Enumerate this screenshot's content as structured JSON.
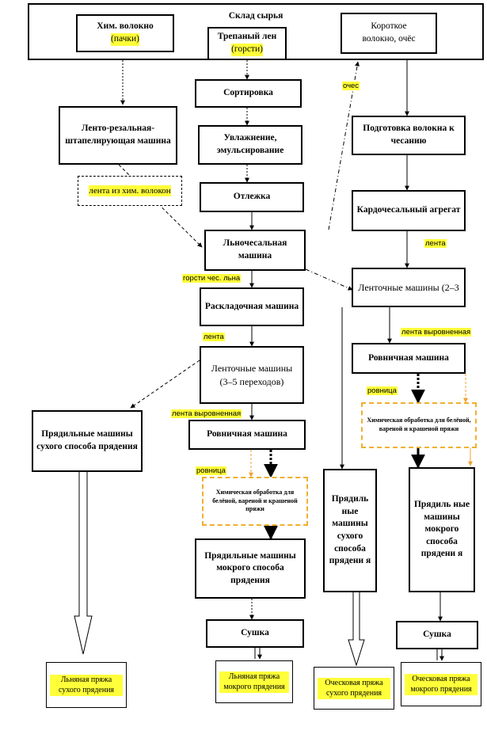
{
  "diagram": {
    "store": {
      "title": "Склад сырья",
      "chem_fiber": {
        "line1": "Хим. волокно",
        "line2": "(пачки)"
      },
      "flax": {
        "line1": "Трепаный лен",
        "line2": "(горсти)"
      },
      "short_fiber": {
        "line1": "Короткое",
        "line2": "волокно, очёс"
      }
    },
    "nodes": {
      "sorting": "Сортировка",
      "cutting_machine": "Ленто-резальная-штапелирующая машина",
      "humidification": "Увлажнение, эмульсирование",
      "lying": "Отлежка",
      "flax_comber": "Льночесальная машина",
      "spreader": "Раскладочная машина",
      "drawing_left": "Ленточные машины (3–5 переходов)",
      "roving_left": "Ровничная машина",
      "chem_left": "Химическая обработка для белёной, вареной и крашеной пряжи",
      "wet_spinning_center": "Прядильные машины мокрого способа прядения",
      "dry_spinning_left": "Прядильные машины сухого способа прядения",
      "drying_center": "Сушка",
      "prep_combing": "Подготовка волокна к чесанию",
      "carding": "Кардочесальный агрегат",
      "drawing_right": "Ленточные машины (2–3",
      "roving_right": "Ровничная машина",
      "chem_right": "Химическая обработка для белёной, вареной и крашеной пряжи",
      "dry_spinning_right": "Прядиль ные машины сухого способа прядени я",
      "wet_spinning_right": "Прядиль ные машины мокрого способа прядени я",
      "drying_right": "Сушка"
    },
    "outputs": {
      "flax_dry": "Льняная пряжа сухого прядения",
      "flax_wet": "Льняная пряжа мокрого прядения",
      "tow_dry": "Оческовая пряжа сухого прядения",
      "tow_wet": "Оческовая пряжа мокрого прядения"
    },
    "labels": {
      "ochos": "очес",
      "chem_tape": "лента из хим. волокон",
      "flax_slivers": "горсти чес. льна",
      "tape_left": "лента",
      "tape_leveled_left": "лента выровненная",
      "roving_left": "ровница",
      "tape_right": "лента",
      "tape_leveled_right": "лента выровненная",
      "roving_right": "ровница"
    },
    "colors": {
      "highlight": "#ffff3a",
      "chem_border": "#f0b030",
      "line": "#000000"
    }
  }
}
